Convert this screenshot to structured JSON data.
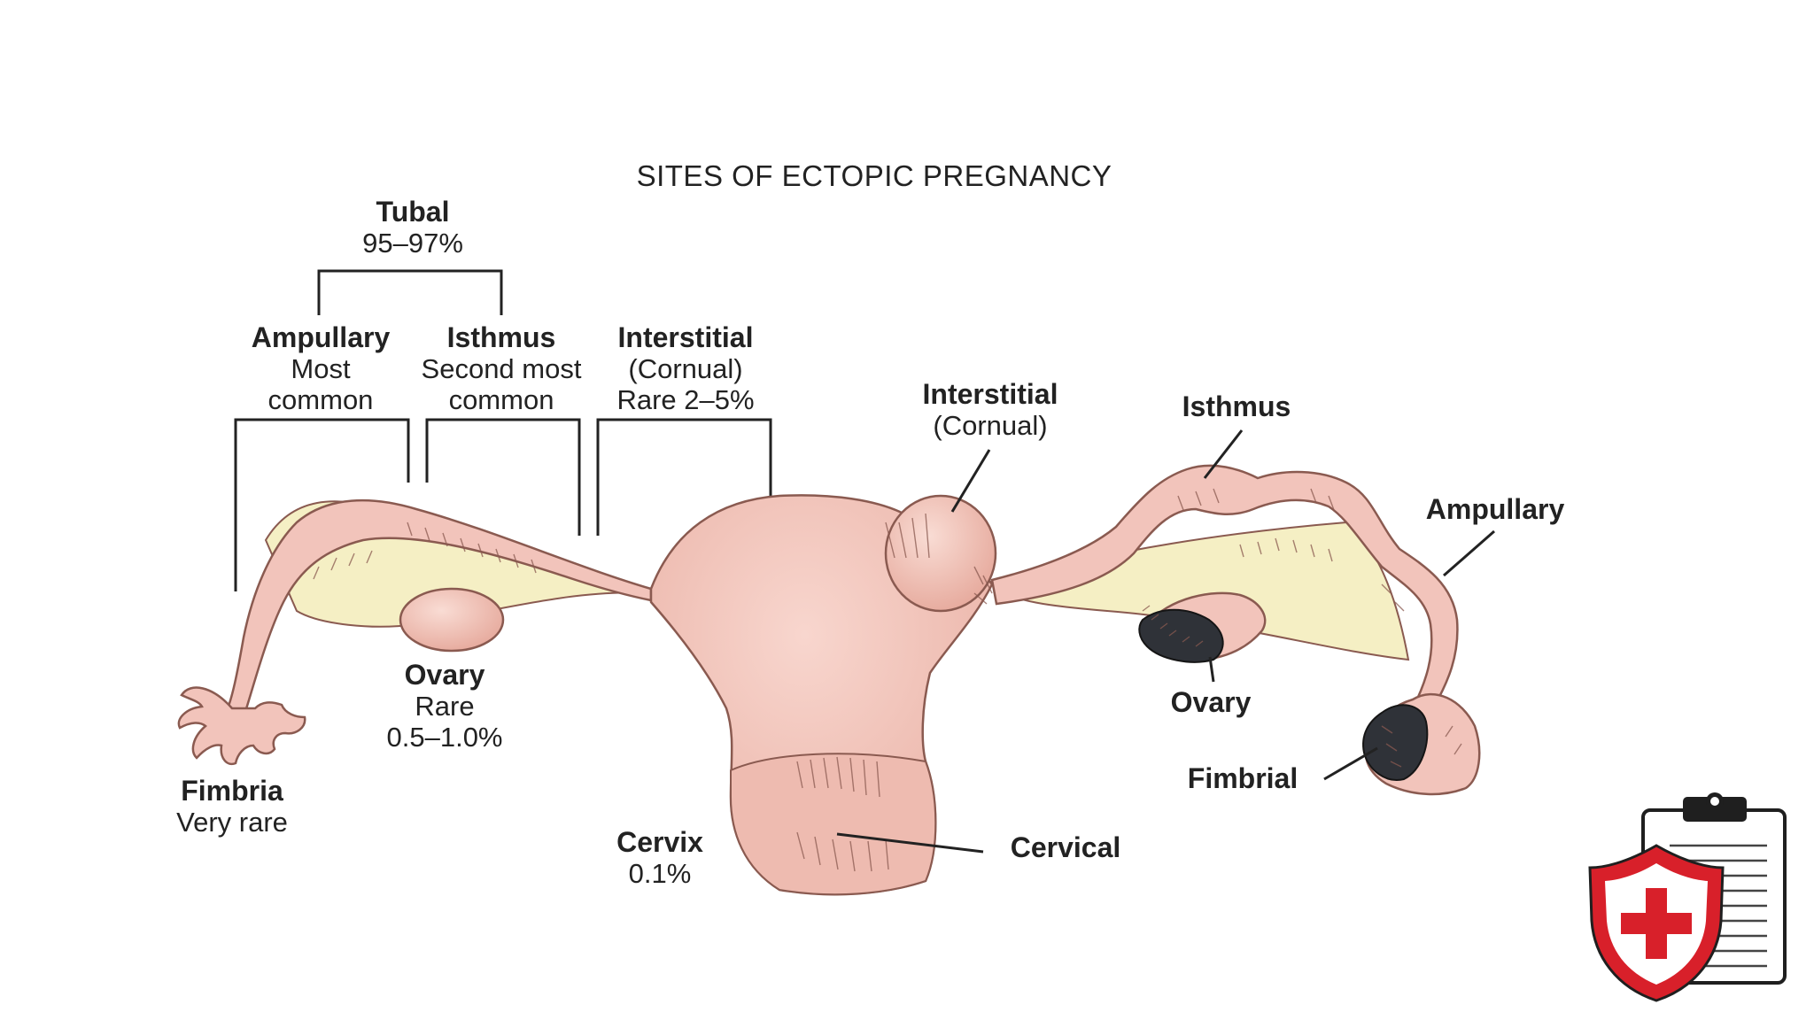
{
  "title": "SITES OF ECTOPIC PREGNANCY",
  "left_labels": {
    "tubal": {
      "name": "Tubal",
      "value": "95–97%"
    },
    "ampullary": {
      "name": "Ampullary",
      "line1": "Most",
      "line2": "common"
    },
    "isthmus": {
      "name": "Isthmus",
      "line1": "Second most",
      "line2": "common"
    },
    "interstitial": {
      "name": "Interstitial",
      "line1": "(Cornual)",
      "line2": "Rare 2–5%"
    },
    "ovary": {
      "name": "Ovary",
      "line1": "Rare",
      "line2": "0.5–1.0%"
    },
    "fimbria": {
      "name": "Fimbria",
      "line1": "Very rare"
    },
    "cervix": {
      "name": "Cervix",
      "line1": "0.1%"
    }
  },
  "right_labels": {
    "interstitial": {
      "name": "Interstitial",
      "line1": "(Cornual)"
    },
    "isthmus": "Isthmus",
    "ampullary": "Ampullary",
    "ovary": "Ovary",
    "fimbrial": "Fimbrial",
    "cervical": "Cervical"
  },
  "colors": {
    "tissue": "#f2c4bb",
    "tissue_dark": "#e3a89d",
    "ligament": "#f5eec2",
    "ectopic_sac": "#2a2d33",
    "shield": "#d8202a"
  },
  "icons": [
    "clipboard-icon",
    "medical-shield-icon"
  ]
}
